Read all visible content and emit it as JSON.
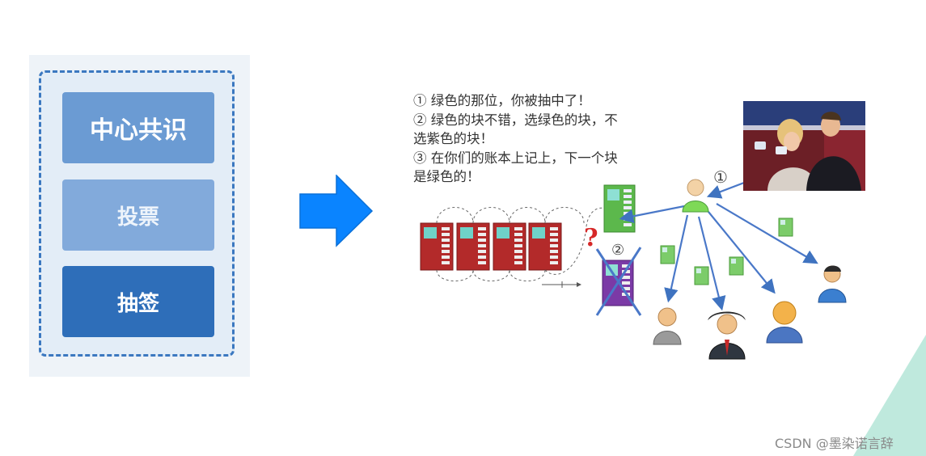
{
  "stack": {
    "items": [
      {
        "label": "中心共识"
      },
      {
        "label": "投票"
      },
      {
        "label": "抽签"
      }
    ]
  },
  "notes": {
    "lines": [
      "① 绿色的那位，你被抽中了！",
      "② 绿色的块不错，选绿色的块，不",
      "选紫色的块！",
      "③ 在你们的账本上记上，下一个块",
      "是绿色的！"
    ]
  },
  "diagram": {
    "marker_1": "①",
    "marker_2": "②",
    "question_mark": "?"
  },
  "watermark": "CSDN @墨染诺言辞",
  "colors": {
    "accent_blue": "#0a84ff",
    "chain_red": "#b32a2a",
    "block_green": "#5cb84c",
    "block_purple": "#7b3aa6"
  }
}
